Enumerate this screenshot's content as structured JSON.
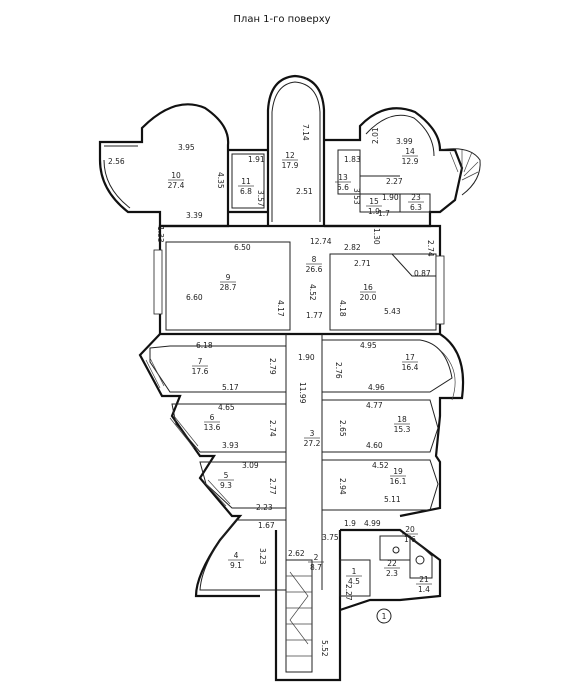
{
  "title": "План 1-го поверху",
  "rooms": [
    {
      "id": "10",
      "num": "10",
      "area": "27.4"
    },
    {
      "id": "11",
      "num": "11",
      "area": "6.8"
    },
    {
      "id": "12",
      "num": "12",
      "area": "17.9"
    },
    {
      "id": "13",
      "num": "13",
      "area": "5.6"
    },
    {
      "id": "14",
      "num": "14",
      "area": "12.9"
    },
    {
      "id": "15",
      "num": "15",
      "area": "1.9"
    },
    {
      "id": "23",
      "num": "23",
      "area": "6.3"
    },
    {
      "id": "8",
      "num": "8",
      "area": "26.6"
    },
    {
      "id": "9",
      "num": "9",
      "area": "28.7"
    },
    {
      "id": "16",
      "num": "16",
      "area": "20.0"
    },
    {
      "id": "7",
      "num": "7",
      "area": "17.6"
    },
    {
      "id": "17",
      "num": "17",
      "area": "16.4"
    },
    {
      "id": "6",
      "num": "6",
      "area": "13.6"
    },
    {
      "id": "3",
      "num": "3",
      "area": "27.2"
    },
    {
      "id": "18",
      "num": "18",
      "area": "15.3"
    },
    {
      "id": "5",
      "num": "5",
      "area": "9.3"
    },
    {
      "id": "19",
      "num": "19",
      "area": "16.1"
    },
    {
      "id": "4",
      "num": "4",
      "area": "9.1"
    },
    {
      "id": "2",
      "num": "2",
      "area": "8.7"
    },
    {
      "id": "1",
      "num": "1",
      "area": "4.5"
    },
    {
      "id": "20",
      "num": "20",
      "area": "1.6"
    },
    {
      "id": "22",
      "num": "22",
      "area": "2.3"
    },
    {
      "id": "21",
      "num": "21",
      "area": "1.4"
    }
  ],
  "dimensions": [
    "7.14",
    "3.95",
    "3.99",
    "2.56",
    "4.35",
    "1.91",
    "3.57",
    "2.51",
    "2.01",
    "1.83",
    "3.53",
    "2.27",
    "1.90",
    "1.7",
    "3.39",
    "1.33",
    "6.50",
    "12.74",
    "2.82",
    "1.30",
    "2.74",
    "2.71",
    "0.87",
    "6.60",
    "4.17",
    "4.52",
    "1.77",
    "4.18",
    "5.43",
    "6.18",
    "2.79",
    "1.90",
    "4.95",
    "2.76",
    "5.17",
    "11.99",
    "4.96",
    "4.65",
    "4.77",
    "2.74",
    "2.65",
    "3.93",
    "4.60",
    "3.09",
    "4.52",
    "2.77",
    "2.94",
    "2.23",
    "5.11",
    "1.67",
    "1.9",
    "4.99",
    "3.75",
    "2.62",
    "3.23",
    "2.27",
    "5.52"
  ],
  "entrance_marker": "1"
}
